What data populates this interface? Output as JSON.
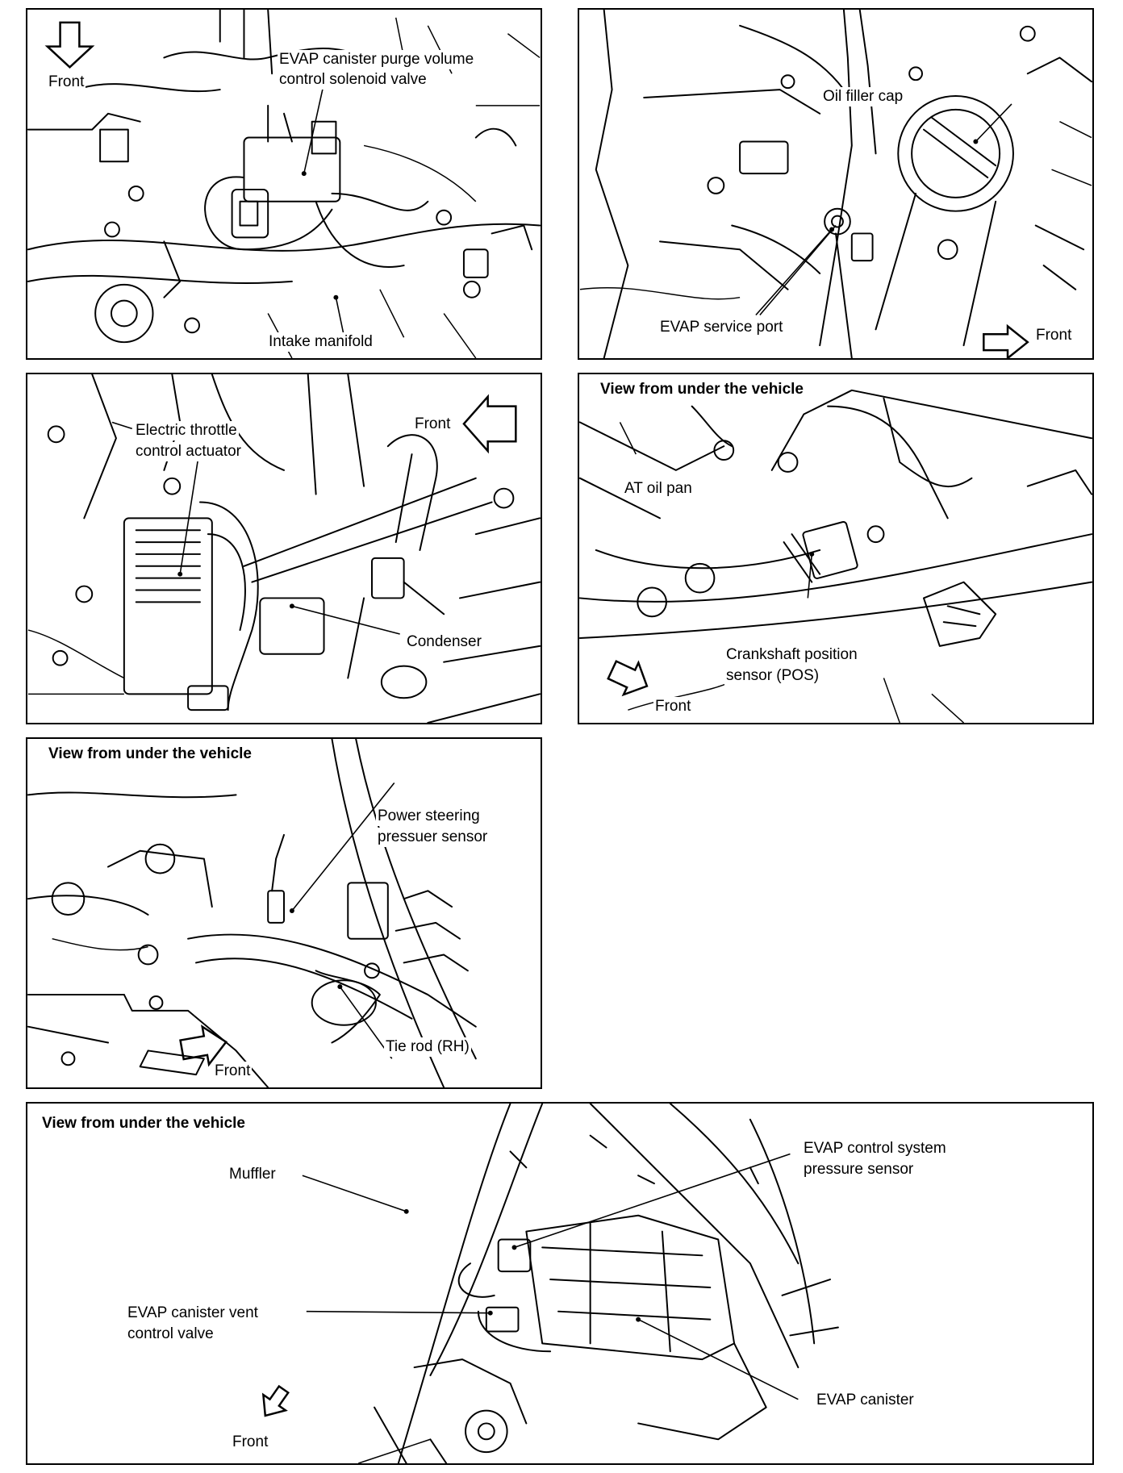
{
  "panels": {
    "p1": {
      "front": "Front",
      "purge_valve": [
        "EVAP canister purge volume",
        "control solenoid valve"
      ],
      "intake": "Intake manifold"
    },
    "p2": {
      "oil_cap": "Oil filler cap",
      "service_port": "EVAP service port",
      "front": "Front"
    },
    "p3": {
      "throttle": [
        "Electric throttle",
        "control actuator"
      ],
      "front": "Front",
      "condenser": "Condenser"
    },
    "p4": {
      "header": "View from under the vehicle",
      "at_oil_pan": "AT oil pan",
      "crank": [
        "Crankshaft position",
        "sensor (POS)"
      ],
      "front": "Front"
    },
    "p5": {
      "header": "View from under the vehicle",
      "ps_sensor": [
        "Power steering",
        "pressuer sensor"
      ],
      "tie_rod": "Tie rod (RH)",
      "front": "Front"
    },
    "p6": {
      "header": "View from under the vehicle",
      "muffler": "Muffler",
      "pressure_sensor": [
        "EVAP control system",
        "pressure sensor"
      ],
      "vent_valve": [
        "EVAP canister vent",
        "control valve"
      ],
      "canister": "EVAP canister",
      "front": "Front"
    }
  }
}
